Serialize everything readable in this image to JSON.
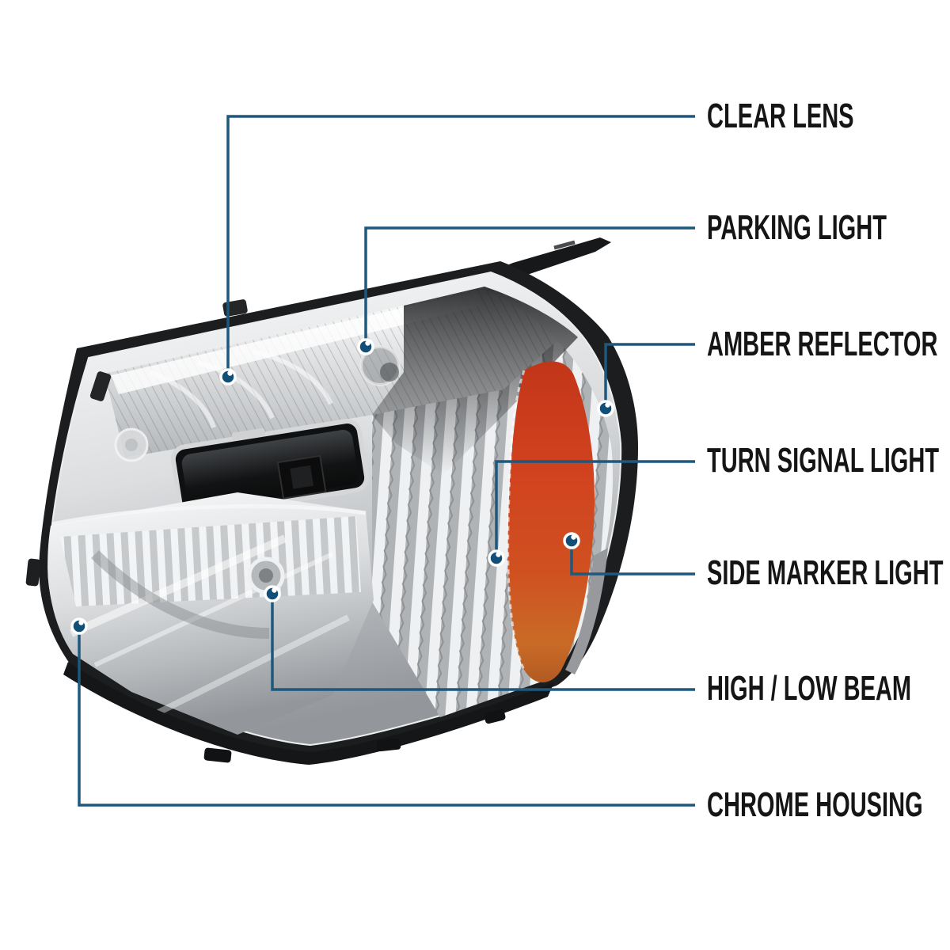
{
  "page": {
    "background_color": "#ffffff"
  },
  "diagram": {
    "subject": "Chrome housing headlight assembly (driver side) with labeled feature callouts",
    "accent_color": "#1d597e",
    "dot_color": "#114f79",
    "label_color": "#151515",
    "amber_color": "#d24a1e",
    "chrome_color": "#d7d9db",
    "housing_color": "#1c1d1f",
    "callouts": [
      {
        "id": "clear-lens",
        "label": "CLEAR LENS"
      },
      {
        "id": "parking-light",
        "label": "PARKING LIGHT"
      },
      {
        "id": "amber-reflector",
        "label": "AMBER REFLECTOR"
      },
      {
        "id": "turn-signal-light",
        "label": "TURN SIGNAL LIGHT"
      },
      {
        "id": "side-marker-light",
        "label": "SIDE MARKER LIGHT"
      },
      {
        "id": "high-low-beam",
        "label": "HIGH / LOW BEAM"
      },
      {
        "id": "chrome-housing",
        "label": "CHROME HOUSING"
      }
    ]
  }
}
